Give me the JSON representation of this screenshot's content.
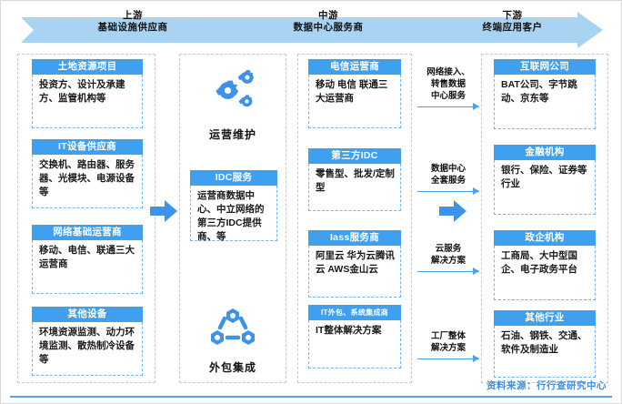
{
  "banner": {
    "segments": [
      {
        "line1": "上游",
        "line2": "基础设施供应商"
      },
      {
        "line1": "中游",
        "line2": "数据中心服务商"
      },
      {
        "line1": "下游",
        "line2": "终端应用客户"
      }
    ],
    "color": "#a9d3f2"
  },
  "upstream": {
    "cards": [
      {
        "title": "土地资源项目",
        "body": "投资方、设计及承建方、监管机构等"
      },
      {
        "title": "IT设备供应商",
        "body": "交换机、路由器、服务器、光模块、电源设备等"
      },
      {
        "title": "网络基础运营商",
        "body": "移动、电信、联通三大运营商"
      },
      {
        "title": "其他设备",
        "body": "环境资源监测、动力环境监测、散热制冷设备等"
      }
    ]
  },
  "midleft": {
    "ops_icon_label": "运营维护",
    "ops_icon": "gears-icon",
    "outsourcing_icon_label": "外包集成",
    "outsourcing_icon": "network-nodes-icon",
    "card": {
      "title": "IDC服务",
      "body": "运营商数据中心、中立网络的第三方IDC提供商、等"
    }
  },
  "midright": {
    "cards": [
      {
        "title": "电信运营商",
        "body": "移动 电信 联通三大运营商"
      },
      {
        "title": "第三方IDC",
        "body": "零售型、批发/定制型"
      },
      {
        "title": "Iass服务商",
        "body": "阿里云 华为云腾讯云 AWS金山云"
      },
      {
        "title": "IT外包、系统集成商",
        "body": "IT整体解决方案",
        "small_title": true
      }
    ]
  },
  "downstream": {
    "cards": [
      {
        "title": "互联网公司",
        "body": "BAT公司、字节跳动、京东等"
      },
      {
        "title": "金融机构",
        "body": "银行、保险、证券等行业"
      },
      {
        "title": "政企机构",
        "body": "工商局、大中型国企、电子政务平台"
      },
      {
        "title": "其他行业",
        "body": "石油、钢铁、交通、软件及制造业"
      }
    ]
  },
  "connectors": [
    {
      "line1": "网络接入、",
      "line2": "转售数据",
      "line3": "中心服务"
    },
    {
      "line1": "数据中心",
      "line2": "全套服务",
      "line3": ""
    },
    {
      "line1": "云服务",
      "line2": "解决方案",
      "line3": ""
    },
    {
      "line1": "工厂整体",
      "line2": "解决方案",
      "line3": ""
    }
  ],
  "arrows": {
    "color": "#3d93ec"
  },
  "footer": {
    "source": "资料来源：行行查研究中心",
    "color": "#3d8fe0"
  }
}
